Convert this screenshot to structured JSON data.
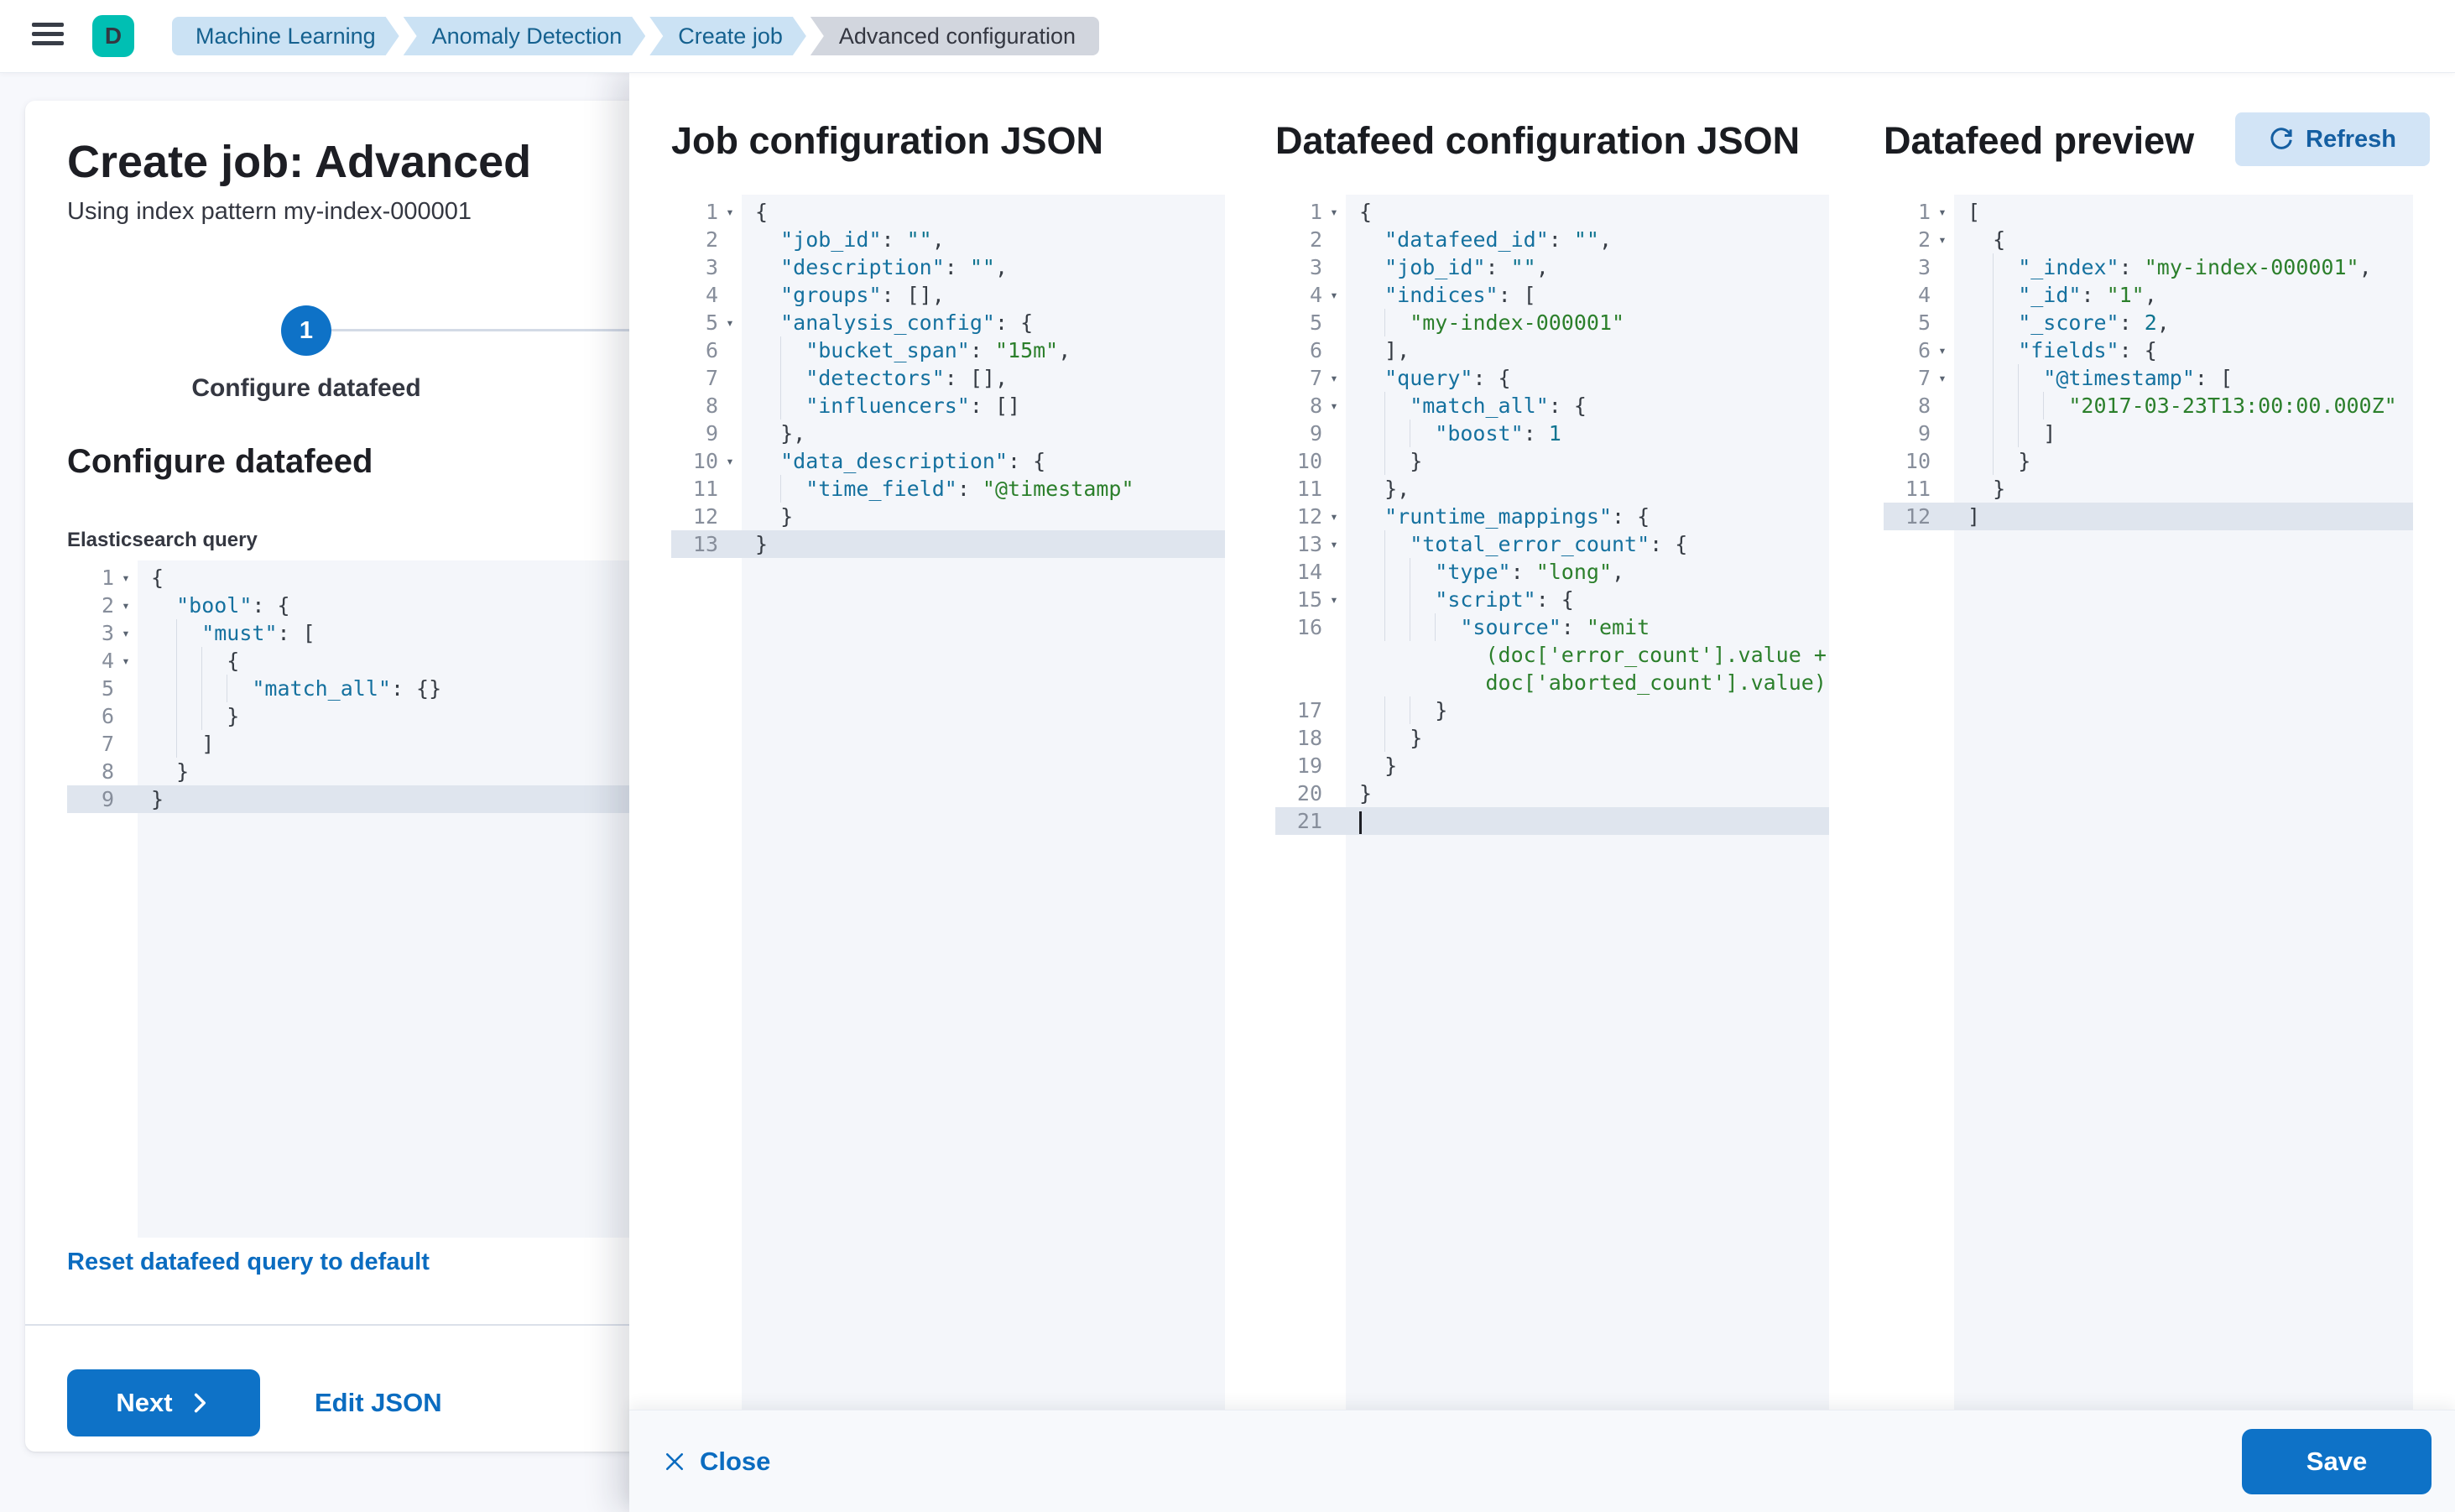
{
  "header": {
    "avatar": {
      "initial": "D",
      "bg_color": "#00bfb3"
    },
    "breadcrumbs": [
      {
        "label": "Machine Learning",
        "current": false
      },
      {
        "label": "Anomaly Detection",
        "current": false
      },
      {
        "label": "Create job",
        "current": false
      },
      {
        "label": "Advanced configuration",
        "current": true
      }
    ]
  },
  "wizard": {
    "title": "Create job: Advanced",
    "subtitle": "Using index pattern my-index-000001",
    "step": {
      "number": "1",
      "label": "Configure datafeed"
    },
    "section_title": "Configure datafeed",
    "query_label": "Elasticsearch query",
    "reset_link": "Reset datafeed query to default",
    "next_button": "Next",
    "edit_json_link": "Edit JSON"
  },
  "flyout": {
    "columns": [
      {
        "title": "Job configuration JSON"
      },
      {
        "title": "Datafeed configuration JSON"
      },
      {
        "title": "Datafeed preview",
        "refresh_button": "Refresh"
      }
    ],
    "close_button": "Close",
    "save_button": "Save"
  },
  "colors": {
    "primary_button": "#0e72c7",
    "link_blue": "#0b6cc0",
    "breadcrumb_bg": "#cbe2f4",
    "breadcrumb_current_bg": "#d2d6de",
    "avatar_teal": "#00bfb3",
    "editor_bg": "#f4f6fa",
    "active_line_bg": "#dfe5ee",
    "json_key": "#15719f",
    "json_string": "#2b7f2b",
    "json_number": "#0e7490"
  },
  "editors": {
    "es_query": {
      "lines": [
        {
          "n": "1",
          "f": 1,
          "i": 0,
          "t": [
            [
              "p",
              "{"
            ]
          ]
        },
        {
          "n": "2",
          "f": 1,
          "i": 1,
          "t": [
            [
              "k",
              "\"bool\""
            ],
            [
              "p",
              ": {"
            ]
          ]
        },
        {
          "n": "3",
          "f": 1,
          "i": 2,
          "t": [
            [
              "k",
              "\"must\""
            ],
            [
              "p",
              ": ["
            ]
          ]
        },
        {
          "n": "4",
          "f": 1,
          "i": 3,
          "t": [
            [
              "p",
              "{"
            ]
          ]
        },
        {
          "n": "5",
          "i": 4,
          "t": [
            [
              "k",
              "\"match_all\""
            ],
            [
              "p",
              ": {}"
            ]
          ]
        },
        {
          "n": "6",
          "i": 3,
          "t": [
            [
              "p",
              "}"
            ]
          ]
        },
        {
          "n": "7",
          "i": 2,
          "t": [
            [
              "p",
              "]"
            ]
          ]
        },
        {
          "n": "8",
          "i": 1,
          "t": [
            [
              "p",
              "}"
            ]
          ]
        },
        {
          "n": "9",
          "i": 0,
          "a": 1,
          "t": [
            [
              "p",
              "}"
            ]
          ]
        }
      ]
    },
    "job_config": {
      "lines": [
        {
          "n": "1",
          "f": 1,
          "i": 0,
          "t": [
            [
              "p",
              "{"
            ]
          ]
        },
        {
          "n": "2",
          "i": 1,
          "t": [
            [
              "k",
              "\"job_id\""
            ],
            [
              "p",
              ": "
            ],
            [
              "n",
              "\"\""
            ],
            [
              "p",
              ","
            ]
          ]
        },
        {
          "n": "3",
          "i": 1,
          "t": [
            [
              "k",
              "\"description\""
            ],
            [
              "p",
              ": "
            ],
            [
              "n",
              "\"\""
            ],
            [
              "p",
              ","
            ]
          ]
        },
        {
          "n": "4",
          "i": 1,
          "t": [
            [
              "k",
              "\"groups\""
            ],
            [
              "p",
              ": [],"
            ]
          ]
        },
        {
          "n": "5",
          "f": 1,
          "i": 1,
          "t": [
            [
              "k",
              "\"analysis_config\""
            ],
            [
              "p",
              ": {"
            ]
          ]
        },
        {
          "n": "6",
          "i": 2,
          "t": [
            [
              "k",
              "\"bucket_span\""
            ],
            [
              "p",
              ": "
            ],
            [
              "s",
              "\"15m\""
            ],
            [
              "p",
              ","
            ]
          ]
        },
        {
          "n": "7",
          "i": 2,
          "t": [
            [
              "k",
              "\"detectors\""
            ],
            [
              "p",
              ": [],"
            ]
          ]
        },
        {
          "n": "8",
          "i": 2,
          "t": [
            [
              "k",
              "\"influencers\""
            ],
            [
              "p",
              ": []"
            ]
          ]
        },
        {
          "n": "9",
          "i": 1,
          "t": [
            [
              "p",
              "},"
            ]
          ]
        },
        {
          "n": "10",
          "f": 1,
          "i": 1,
          "t": [
            [
              "k",
              "\"data_description\""
            ],
            [
              "p",
              ": {"
            ]
          ]
        },
        {
          "n": "11",
          "i": 2,
          "t": [
            [
              "k",
              "\"time_field\""
            ],
            [
              "p",
              ": "
            ],
            [
              "s",
              "\"@timestamp\""
            ]
          ]
        },
        {
          "n": "12",
          "i": 1,
          "t": [
            [
              "p",
              "}"
            ]
          ]
        },
        {
          "n": "13",
          "i": 0,
          "a": 1,
          "t": [
            [
              "p",
              "}"
            ]
          ]
        }
      ]
    },
    "datafeed_config": {
      "lines": [
        {
          "n": "1",
          "f": 1,
          "i": 0,
          "t": [
            [
              "p",
              "{"
            ]
          ]
        },
        {
          "n": "2",
          "i": 1,
          "t": [
            [
              "k",
              "\"datafeed_id\""
            ],
            [
              "p",
              ": "
            ],
            [
              "n",
              "\"\""
            ],
            [
              "p",
              ","
            ]
          ]
        },
        {
          "n": "3",
          "i": 1,
          "t": [
            [
              "k",
              "\"job_id\""
            ],
            [
              "p",
              ": "
            ],
            [
              "n",
              "\"\""
            ],
            [
              "p",
              ","
            ]
          ]
        },
        {
          "n": "4",
          "f": 1,
          "i": 1,
          "t": [
            [
              "k",
              "\"indices\""
            ],
            [
              "p",
              ": ["
            ]
          ]
        },
        {
          "n": "5",
          "i": 2,
          "t": [
            [
              "s",
              "\"my-index-000001\""
            ]
          ]
        },
        {
          "n": "6",
          "i": 1,
          "t": [
            [
              "p",
              "],"
            ]
          ]
        },
        {
          "n": "7",
          "f": 1,
          "i": 1,
          "t": [
            [
              "k",
              "\"query\""
            ],
            [
              "p",
              ": {"
            ]
          ]
        },
        {
          "n": "8",
          "f": 1,
          "i": 2,
          "t": [
            [
              "k",
              "\"match_all\""
            ],
            [
              "p",
              ": {"
            ]
          ]
        },
        {
          "n": "9",
          "i": 3,
          "t": [
            [
              "k",
              "\"boost\""
            ],
            [
              "p",
              ": "
            ],
            [
              "n",
              "1"
            ]
          ]
        },
        {
          "n": "10",
          "i": 2,
          "t": [
            [
              "p",
              "}"
            ]
          ]
        },
        {
          "n": "11",
          "i": 1,
          "t": [
            [
              "p",
              "},"
            ]
          ]
        },
        {
          "n": "12",
          "f": 1,
          "i": 1,
          "t": [
            [
              "k",
              "\"runtime_mappings\""
            ],
            [
              "p",
              ": {"
            ]
          ]
        },
        {
          "n": "13",
          "f": 1,
          "i": 2,
          "t": [
            [
              "k",
              "\"total_error_count\""
            ],
            [
              "p",
              ": {"
            ]
          ]
        },
        {
          "n": "14",
          "i": 3,
          "t": [
            [
              "k",
              "\"type\""
            ],
            [
              "p",
              ": "
            ],
            [
              "s",
              "\"long\""
            ],
            [
              "p",
              ","
            ]
          ]
        },
        {
          "n": "15",
          "f": 1,
          "i": 3,
          "t": [
            [
              "k",
              "\"script\""
            ],
            [
              "p",
              ": {"
            ]
          ]
        },
        {
          "n": "16",
          "i": 4,
          "t": [
            [
              "k",
              "\"source\""
            ],
            [
              "p",
              ": "
            ],
            [
              "s",
              "\"emit"
            ]
          ]
        },
        {
          "cont": 1,
          "t": [
            [
              "s",
              "(doc['error_count'].value +"
            ]
          ]
        },
        {
          "cont": 1,
          "t": [
            [
              "s",
              "doc['aborted_count'].value)\""
            ]
          ]
        },
        {
          "n": "17",
          "i": 3,
          "t": [
            [
              "p",
              "}"
            ]
          ]
        },
        {
          "n": "18",
          "i": 2,
          "t": [
            [
              "p",
              "}"
            ]
          ]
        },
        {
          "n": "19",
          "i": 1,
          "t": [
            [
              "p",
              "}"
            ]
          ]
        },
        {
          "n": "20",
          "i": 0,
          "t": [
            [
              "p",
              "}"
            ]
          ]
        },
        {
          "n": "21",
          "i": 0,
          "a": 1,
          "cur": 1,
          "t": []
        }
      ]
    },
    "datafeed_preview": {
      "lines": [
        {
          "n": "1",
          "f": 1,
          "i": 0,
          "t": [
            [
              "p",
              "["
            ]
          ]
        },
        {
          "n": "2",
          "f": 1,
          "i": 1,
          "t": [
            [
              "p",
              "{"
            ]
          ]
        },
        {
          "n": "3",
          "i": 2,
          "t": [
            [
              "k",
              "\"_index\""
            ],
            [
              "p",
              ": "
            ],
            [
              "s",
              "\"my-index-000001\""
            ],
            [
              "p",
              ","
            ]
          ]
        },
        {
          "n": "4",
          "i": 2,
          "t": [
            [
              "k",
              "\"_id\""
            ],
            [
              "p",
              ": "
            ],
            [
              "s",
              "\"1\""
            ],
            [
              "p",
              ","
            ]
          ]
        },
        {
          "n": "5",
          "i": 2,
          "t": [
            [
              "k",
              "\"_score\""
            ],
            [
              "p",
              ": "
            ],
            [
              "n",
              "2"
            ],
            [
              "p",
              ","
            ]
          ]
        },
        {
          "n": "6",
          "f": 1,
          "i": 2,
          "t": [
            [
              "k",
              "\"fields\""
            ],
            [
              "p",
              ": {"
            ]
          ]
        },
        {
          "n": "7",
          "f": 1,
          "i": 3,
          "t": [
            [
              "k",
              "\"@timestamp\""
            ],
            [
              "p",
              ": ["
            ]
          ]
        },
        {
          "n": "8",
          "i": 4,
          "t": [
            [
              "s",
              "\"2017-03-23T13:00:00.000Z\""
            ]
          ]
        },
        {
          "n": "9",
          "i": 3,
          "t": [
            [
              "p",
              "]"
            ]
          ]
        },
        {
          "n": "10",
          "i": 2,
          "t": [
            [
              "p",
              "}"
            ]
          ]
        },
        {
          "n": "11",
          "i": 1,
          "t": [
            [
              "p",
              "}"
            ]
          ]
        },
        {
          "n": "12",
          "i": 0,
          "a": 1,
          "t": [
            [
              "p",
              "]"
            ]
          ]
        }
      ]
    }
  }
}
